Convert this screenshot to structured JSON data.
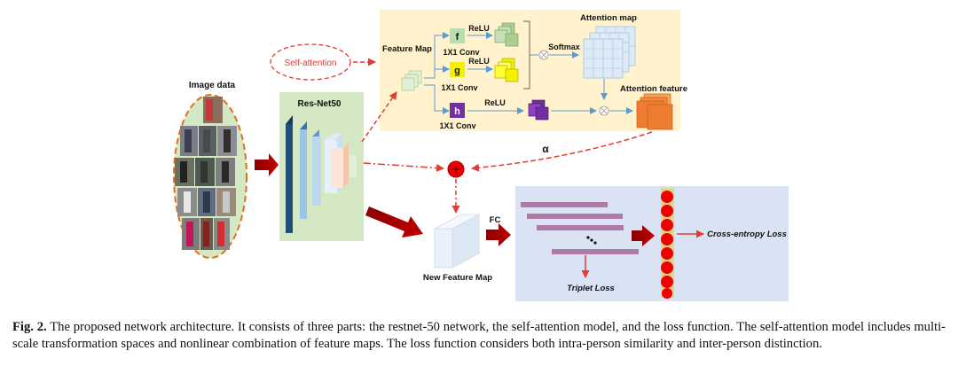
{
  "figure": {
    "image_data_label": "Image data",
    "resnet_label": "Res-Net50",
    "self_attention_label": "Self-attention",
    "feature_map_label": "Feature  Map",
    "branch_f": {
      "symbol": "f",
      "activation": "ReLU",
      "conv": "1X1 Conv",
      "color": "#b9dcb0"
    },
    "branch_g": {
      "symbol": "g",
      "activation": "ReLU",
      "conv": "1X1 Conv",
      "color": "#f4f000"
    },
    "branch_h": {
      "symbol": "h",
      "activation": "ReLU",
      "conv": "1X1 Conv",
      "color": "#7030a0"
    },
    "softmax_label": "Softmax",
    "attention_map_label": "Attention map",
    "attention_feature_label": "Attention feature",
    "alpha_label": "α",
    "fc_label": "FC",
    "new_feature_map_label": "New Feature  Map",
    "cross_entropy_label": "Cross-entropy Loss",
    "triplet_label": "Triplet Loss",
    "colors": {
      "attention_bg": "#fff2cc",
      "resnet_bg": "#d5e8c4",
      "loss_bg": "#dae3f3",
      "arrow_red": "#c00000",
      "dash_red": "#e03c31",
      "bar_purple": "#b07aa8",
      "node_red": "#ee0000",
      "node_border": "#f0c000",
      "conv_dark": "#1f4e79",
      "attention_orange": "#ed7d31"
    }
  },
  "caption": {
    "label": "Fig. 2.",
    "text": "The proposed network architecture. It consists of three parts: the restnet-50 network, the self-attention model, and the loss function. The self-attention model includes multi-scale transformation spaces and nonlinear combination of feature maps. The loss function considers both intra-person similarity and inter-person distinction."
  }
}
